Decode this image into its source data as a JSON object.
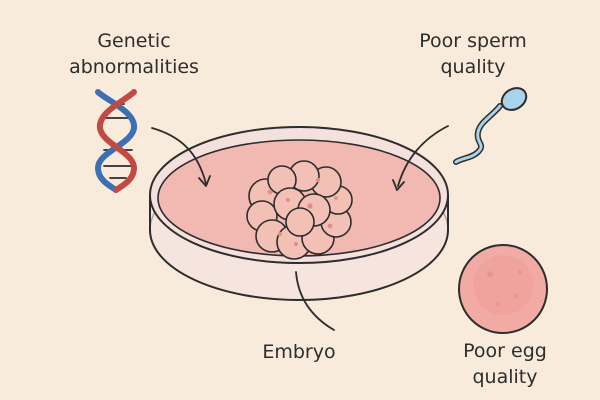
{
  "labels": {
    "genetic": {
      "line1": "Genetic",
      "line2": "abnormalities"
    },
    "sperm": {
      "line1": "Poor sperm",
      "line2": "quality"
    },
    "embryo": {
      "text": "Embryo"
    },
    "egg": {
      "line1": "Poor egg",
      "line2": "quality"
    }
  },
  "icons": {
    "dna": "dna-icon",
    "sperm": "sperm-icon",
    "egg": "egg-cell-icon",
    "dish": "petri-dish-icon",
    "embryo": "embryo-icon"
  },
  "colors": {
    "background": "#f9ebdb",
    "outline": "#2d2d2d",
    "dna_blue": "#3d6fb4",
    "dna_red": "#c24a44",
    "sperm_blue": "#a9d3ea",
    "dish_rim": "#f4e0dc",
    "medium": "#f2b8b2",
    "embryo_cell": "#f3c0b6",
    "egg": "#f1aba4"
  }
}
